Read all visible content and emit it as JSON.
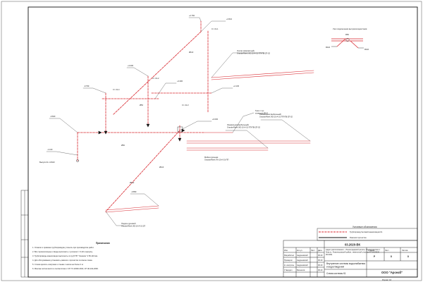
{
  "sheet": {
    "doc_code": "03.2020-ВК",
    "address": "Адрес расположения – Ленинградский регион, Ленинградская область, Ломоносовский район, земельный участок 47:14:0302006:2391",
    "stage_labels": [
      "Стадия",
      "Лист",
      "Листов"
    ],
    "stage_values": [
      "Р",
      "8",
      "8"
    ],
    "sheet_title": "Внутренние системы водоснабжения и водоотведения",
    "drawing_title": "Схема системы К1",
    "company": "ООО \"Арсеаб\"",
    "format_label": "Формат",
    "format_value": "А3"
  },
  "legend": {
    "title": "Условные обозначения",
    "items": [
      {
        "text": "Трубопровод бытовой канализации К1",
        "color": "#d8282f"
      },
      {
        "text": "Ревизия/ прочистка",
        "color": "#111111"
      }
    ]
  },
  "notes": {
    "title": "Примечания",
    "lines": [
      "1. Отметки и привязки трубопроводов уточнить при производстве работ.",
      "2. Все горизонтальные отводы выполнить с уклоном i = 0,02 к выпуску.",
      "3. Трубопроводы канализации выполнить из труб ПП \"Синикон\" d 50-110 мм.",
      "4. Для обслуживания установить ревизии и прочистки согласно схеме.",
      "5. Стояки крепить хомутами к стенам с шагом не более 2 м.",
      "6. Монтаж систем вести в соответствии с СП 73.13330.2016, СП 40-102-2000."
    ]
  },
  "title_block_rows": [
    {
      "role": "Изм.",
      "name": "Кол.уч",
      "sign": "Лист",
      "date": "Дата"
    },
    {
      "role": "Разработал",
      "name": "Андреевский",
      "sign": "",
      "date": "06.20"
    },
    {
      "role": "Проверил",
      "name": "Андреевский",
      "sign": "",
      "date": "06.20"
    },
    {
      "role": "Н. контроль",
      "name": "Андреевский",
      "sign": "",
      "date": "06.20"
    },
    {
      "role": "Утвердил",
      "name": "Бизнесов",
      "sign": "",
      "date": "06.20"
    }
  ],
  "scheme": {
    "elevations": [
      "+3.510",
      "+3.300",
      "+2.130",
      "-0.600",
      "-1.100",
      "+0.000",
      "+3.300",
      "-0.790",
      "-0.850",
      "+2.760"
    ],
    "risers": [
      "Ст. К1-1",
      "Ст. К1-2",
      "Ст. К1-3",
      "Ст. К1-4"
    ],
    "diameters": [
      "Ø110",
      "Ø50",
      "Ø50",
      "Ø110",
      "Ø110"
    ],
    "fixtures": [
      "Унитаз (компактный) Grande/Werk Ж5-10-А-01-ПП-ПВ-2П-02",
      "Умывальник (мебельный) Grande/Werk Ж5-10-А-01-ПП-ПВ-2П-02",
      "Умывальник (мебельный) Grande/Werk Ж5-10-А-01-ПП-ПВ-2П-02",
      "Поддон душевой Grande/Werk Ж5-10-А-01-2П",
      "Мойка кухонная Grande/Werk ПА-10-А-01-ПП",
      "Трап с сух. затвором Ø110"
    ],
    "outlet_label": "Выпуск К1-1 Ø110",
    "detail_label": "Узел подключения выпусков водостоков",
    "detail_callouts": [
      "Ф50",
      "Ф110",
      "Ф110"
    ]
  }
}
